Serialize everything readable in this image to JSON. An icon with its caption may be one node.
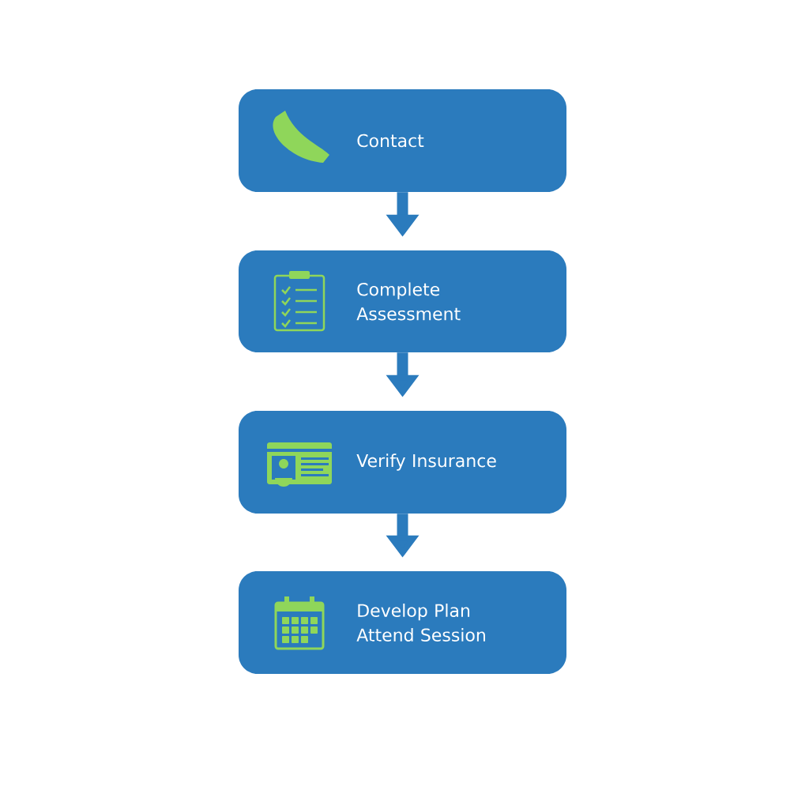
{
  "diagram": {
    "nodes": [
      {
        "text": [
          "Contact"
        ]
      },
      {
        "text": [
          "Complete Assessment"
        ]
      },
      {
        "text": [
          "Verify Insurance"
        ]
      },
      {
        "text": [
          "Develop Plan Attend Session"
        ]
      }
    ],
    "edges": [
      {
        "from": 0,
        "to": 1,
        "arrow": "to"
      },
      {
        "from": 1,
        "to": 2,
        "arrow": "to"
      },
      {
        "from": 2,
        "to": 3,
        "arrow": "to"
      }
    ]
  }
}
